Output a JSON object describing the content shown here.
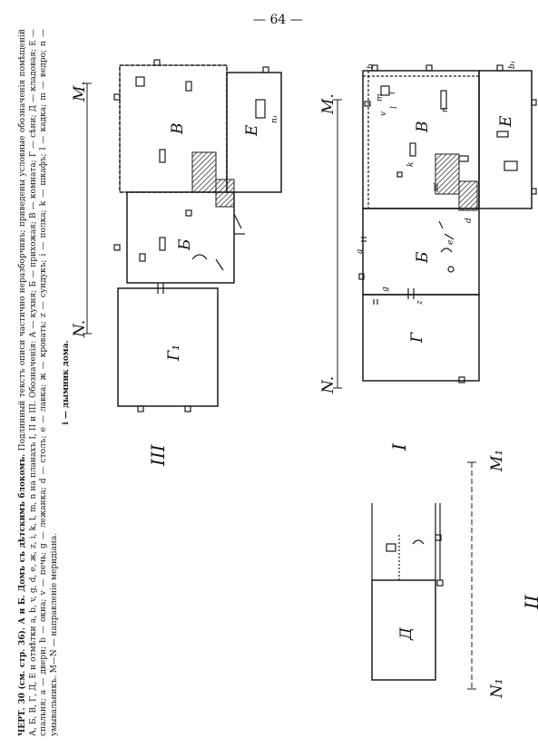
{
  "page": {
    "number": "— 64 —"
  },
  "plans": {
    "plan_1": {
      "label": "I",
      "compass_m": "M.",
      "compass_n": "N.",
      "rooms": [
        "В",
        "Е",
        "Б",
        "Г"
      ]
    },
    "plan_2": {
      "label": "II",
      "compass_m": "M₁",
      "compass_n": "N₁",
      "rooms": [
        "Д"
      ]
    },
    "plan_3": {
      "label": "III",
      "compass_m": "M.",
      "compass_n": "N.",
      "rooms": [
        "В",
        "Е",
        "Б",
        "Г₁"
      ]
    },
    "marks": {
      "a": "a",
      "b": "b",
      "b1": "b₁",
      "v": "v",
      "g": "g",
      "d": "d",
      "e": "e",
      "zh": "ж",
      "z": "z",
      "i": "i",
      "k": "k",
      "l": "l",
      "m": "m",
      "n": "n",
      "n1": "n₁"
    }
  },
  "caption": {
    "title": "ЧЕРТ. 30 (см. стр. 36). А и Б. Домъ съ дѣтскимъ блокомъ.",
    "body": "Подлинный текстъ описи частично неразборчивъ; приведены условные обозначенія помѣщеній А, Б, В, Г, Д, Е и отмѣтки a, b, v, g, d, e, ж, z, i, k, l, m, n на планахъ I, II и III. Обозначенія: А — кухня; Б — прихожая; В — комната; Г — сѣни; Д — кладовая; Е — спальня; a — двери; b — окна; v — печь; g — лежанка; d — столъ; e — лавка; ж — кровать; z — сундукъ; i — полка; k — шкафъ; l — кадка; m — ведро; n — умывальникъ. M—N — направленіе меридіана.",
    "footer": "і — дымник дома."
  },
  "colors": {
    "ink": "#1c1c1c",
    "hatch": "#3a3a3a",
    "paper": "#ffffff"
  }
}
